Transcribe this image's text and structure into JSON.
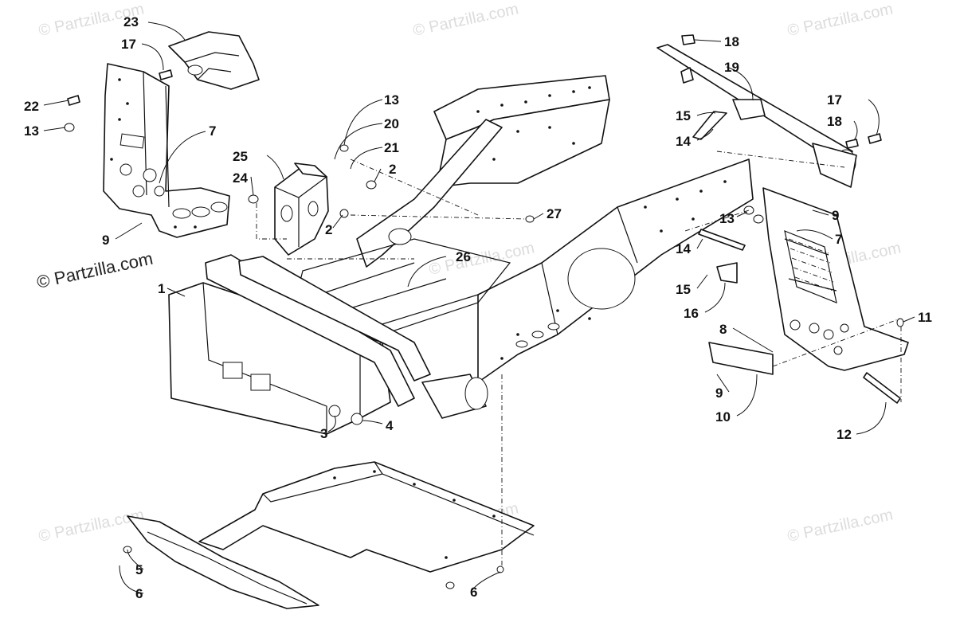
{
  "watermark": "© Partzilla.com",
  "callouts": [
    {
      "id": "c23",
      "text": "23"
    },
    {
      "id": "c17a",
      "text": "17"
    },
    {
      "id": "c22",
      "text": "22"
    },
    {
      "id": "c13a",
      "text": "13"
    },
    {
      "id": "c7a",
      "text": "7"
    },
    {
      "id": "c9a",
      "text": "9"
    },
    {
      "id": "c13b",
      "text": "13"
    },
    {
      "id": "c20",
      "text": "20"
    },
    {
      "id": "c21",
      "text": "21"
    },
    {
      "id": "c25",
      "text": "25"
    },
    {
      "id": "c24",
      "text": "24"
    },
    {
      "id": "c2a",
      "text": "2"
    },
    {
      "id": "c2b",
      "text": "2"
    },
    {
      "id": "c27",
      "text": "27"
    },
    {
      "id": "c26",
      "text": "26"
    },
    {
      "id": "c1",
      "text": "1"
    },
    {
      "id": "c3",
      "text": "3"
    },
    {
      "id": "c4",
      "text": "4"
    },
    {
      "id": "c18a",
      "text": "18"
    },
    {
      "id": "c19",
      "text": "19"
    },
    {
      "id": "c15a",
      "text": "15"
    },
    {
      "id": "c14a",
      "text": "14"
    },
    {
      "id": "c17b",
      "text": "17"
    },
    {
      "id": "c18b",
      "text": "18"
    },
    {
      "id": "c13c",
      "text": "13"
    },
    {
      "id": "c9b",
      "text": "9"
    },
    {
      "id": "c7b",
      "text": "7"
    },
    {
      "id": "c14b",
      "text": "14"
    },
    {
      "id": "c15b",
      "text": "15"
    },
    {
      "id": "c16",
      "text": "16"
    },
    {
      "id": "c8",
      "text": "8"
    },
    {
      "id": "c11",
      "text": "11"
    },
    {
      "id": "c9c",
      "text": "9"
    },
    {
      "id": "c10",
      "text": "10"
    },
    {
      "id": "c12",
      "text": "12"
    },
    {
      "id": "c5",
      "text": "5"
    },
    {
      "id": "c6a",
      "text": "6"
    },
    {
      "id": "c6b",
      "text": "6"
    }
  ]
}
